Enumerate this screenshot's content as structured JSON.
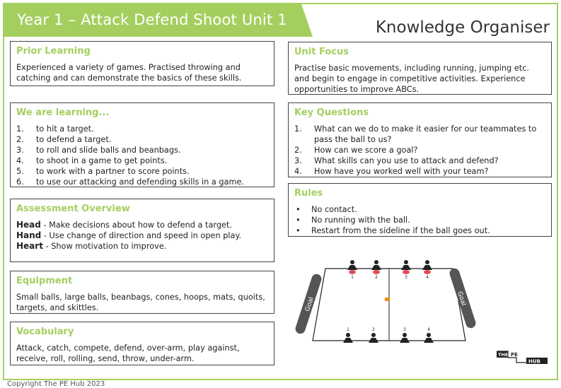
{
  "header": {
    "title": "Year 1 – Attack Defend Shoot Unit 1",
    "subtitle": "Knowledge Organiser"
  },
  "prior_learning": {
    "heading": "Prior Learning",
    "text": "Experienced a variety of games. Practised throwing and catching and can demonstrate the basics of these skills."
  },
  "unit_focus": {
    "heading": "Unit Focus",
    "text": "Practise basic movements, including running, jumping etc. and begin to engage in competitive activities. Experience opportunities to improve ABCs."
  },
  "we_are_learning": {
    "heading": "We are learning...",
    "items": [
      {
        "num": "1.",
        "text": "to hit a target."
      },
      {
        "num": "2.",
        "text": "to defend a target."
      },
      {
        "num": "3.",
        "text": "to roll and slide balls and beanbags."
      },
      {
        "num": "4.",
        "text": "to shoot in a game to get points."
      },
      {
        "num": "5.",
        "text": "to work with a partner to score points."
      },
      {
        "num": "6.",
        "text": "to use our attacking and defending skills in a game."
      }
    ]
  },
  "key_questions": {
    "heading": "Key Questions",
    "items": [
      {
        "num": "1.",
        "text": "What can we do to make it easier for our teammates to pass the ball to us?"
      },
      {
        "num": "2.",
        "text": "How can we score a goal?"
      },
      {
        "num": "3.",
        "text": "What skills can you use to attack and defend?"
      },
      {
        "num": "4.",
        "text": "How have you worked well with your team?"
      }
    ]
  },
  "assessment": {
    "heading": "Assessment Overview",
    "items": [
      {
        "label": "Head",
        "text": " - Make decisions about how to defend a target."
      },
      {
        "label": "Hand",
        "text": " - Use change of direction and speed in open play."
      },
      {
        "label": "Heart",
        "text": " - Show motivation to improve."
      }
    ]
  },
  "rules": {
    "heading": "Rules",
    "items": [
      {
        "bullet": "•",
        "text": "No contact."
      },
      {
        "bullet": "•",
        "text": "No running with the ball."
      },
      {
        "bullet": "•",
        "text": "Restart from the sideline if the ball goes out."
      }
    ]
  },
  "equipment": {
    "heading": "Equipment",
    "text": "Small balls, large balls, beanbags, cones, hoops, mats, quoits, targets, and skittles."
  },
  "vocabulary": {
    "heading": "Vocabulary",
    "text": "Attack, catch, compete, defend, over-arm, play against, receive, roll, rolling, send, throw, under-arm."
  },
  "diagram": {
    "goal_left": "Goal",
    "goal_right": "Goal",
    "top_numbers": [
      "1",
      "2",
      "3",
      "4"
    ],
    "bottom_numbers": [
      "1",
      "2",
      "3",
      "4"
    ],
    "colors": {
      "team_top_marker": "#e34b5a",
      "cone": "#f08a1c",
      "player": "#222222",
      "goal": "#555555"
    }
  },
  "logo": {
    "line1": "THE",
    "line2": "PE",
    "line3": "HUB"
  },
  "footer": "Copyright The PE Hub 2023",
  "colors": {
    "accent": "#a4cf5f",
    "border": "#444444"
  }
}
